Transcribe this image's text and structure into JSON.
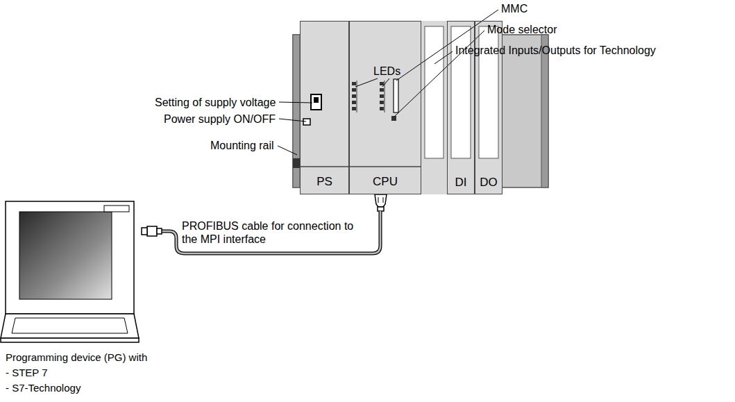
{
  "diagram": {
    "nodes": [
      {
        "text": [
          "PS"
        ]
      },
      {
        "text": [
          "CPU"
        ]
      },
      {
        "text": [
          "DI"
        ]
      },
      {
        "text": [
          "DO"
        ]
      }
    ],
    "labels": [
      "Setting of supply voltage",
      "Power supply ON/OFF",
      "Mounting rail",
      "LEDs",
      "MMC",
      "Mode selector",
      "Integrated Inputs/Outputs for Technology",
      "PROFIBUS cable for connection to the MPI interface",
      "Programming device (PG) with",
      "- STEP 7",
      "- S7-Technology"
    ]
  }
}
